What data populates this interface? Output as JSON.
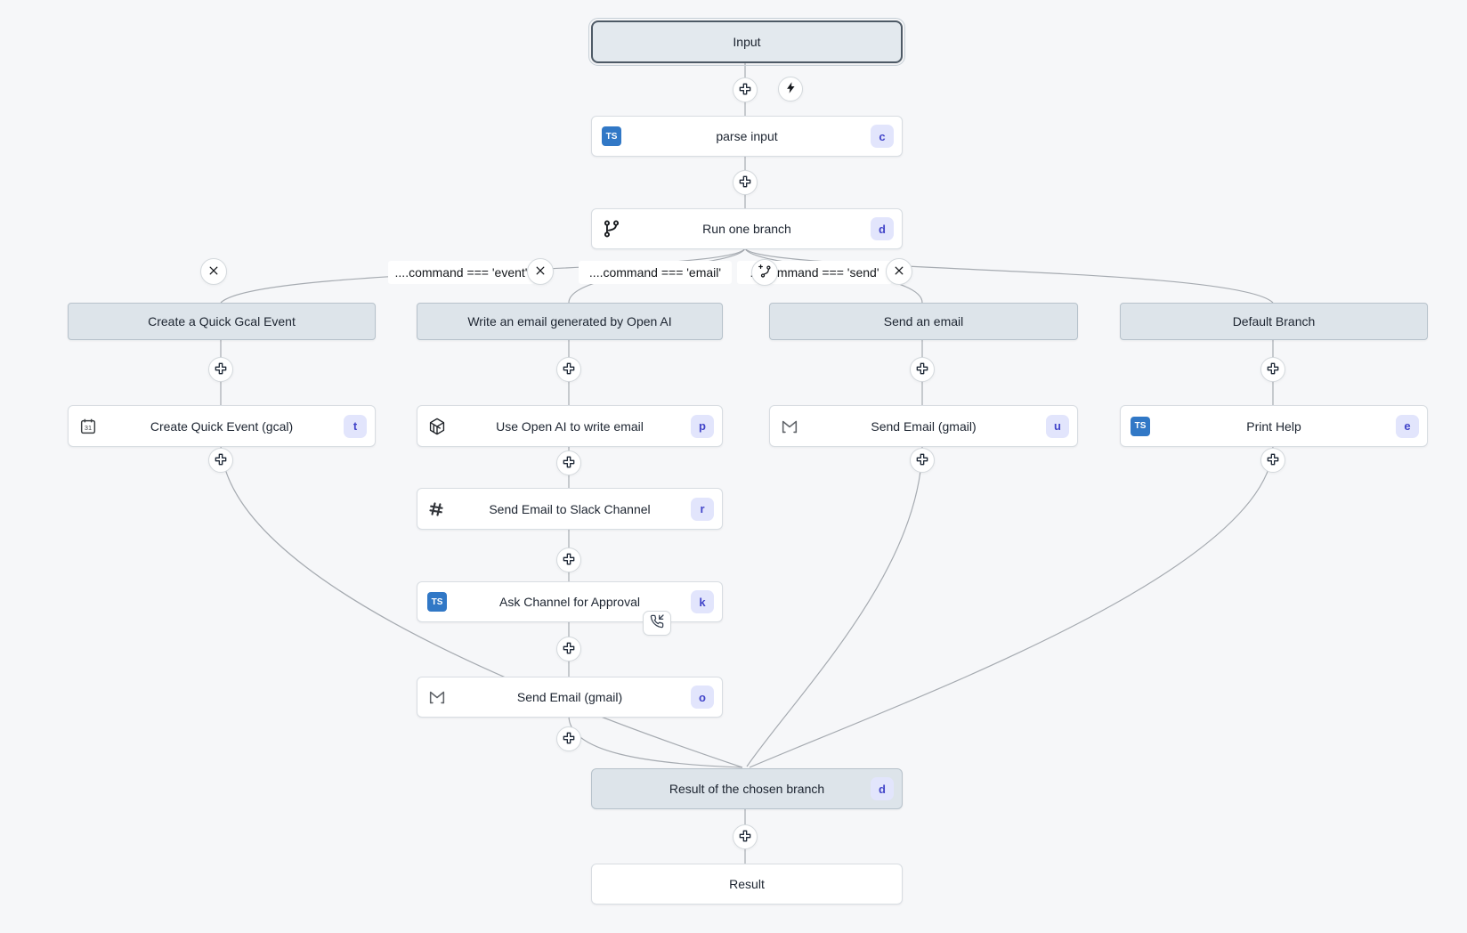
{
  "edge_labels": {
    "event": "....command === 'event'",
    "email": "....command === 'email'",
    "send": "....command === 'send'"
  },
  "nodes": {
    "input": {
      "label": "Input"
    },
    "parse_input": {
      "label": "parse input",
      "badge": "c",
      "icon": "typescript-icon"
    },
    "run_one_branch": {
      "label": "Run one branch",
      "badge": "d",
      "icon": "git-branch-icon"
    },
    "result_collector": {
      "label": "Result of the chosen branch",
      "badge": "d"
    },
    "result": {
      "label": "Result"
    }
  },
  "branches": [
    {
      "header": "Create a Quick Gcal Event",
      "steps": [
        {
          "label": "Create Quick Event (gcal)",
          "badge": "t",
          "icon": "google-calendar-icon"
        }
      ]
    },
    {
      "header": "Write an email generated by Open AI",
      "steps": [
        {
          "label": "Use Open AI to write email",
          "badge": "p",
          "icon": "openai-icon"
        },
        {
          "label": "Send Email to Slack Channel",
          "badge": "r",
          "icon": "slack-icon"
        },
        {
          "label": "Ask Channel for Approval",
          "badge": "k",
          "icon": "typescript-icon"
        },
        {
          "label": "Send Email (gmail)",
          "badge": "o",
          "icon": "gmail-icon"
        }
      ]
    },
    {
      "header": "Send an email",
      "steps": [
        {
          "label": "Send Email (gmail)",
          "badge": "u",
          "icon": "gmail-icon"
        }
      ]
    },
    {
      "header": "Default Branch",
      "steps": [
        {
          "label": "Print Help",
          "badge": "e",
          "icon": "typescript-icon"
        }
      ]
    }
  ],
  "icons": {
    "typescript_label": "TS",
    "calendar_day": "31"
  },
  "colors": {
    "canvas_bg": "#f6f7f9",
    "node_bg": "#ffffff",
    "node_border": "#d8dde2",
    "virtual_bg": "#dde4ea",
    "virtual_border": "#b7c2cb",
    "selected_border": "#4e5a66",
    "badge_bg": "#e2e5fc",
    "badge_text": "#4245c9",
    "typescript_blue": "#3178c6",
    "edge": "#a6abb1"
  }
}
